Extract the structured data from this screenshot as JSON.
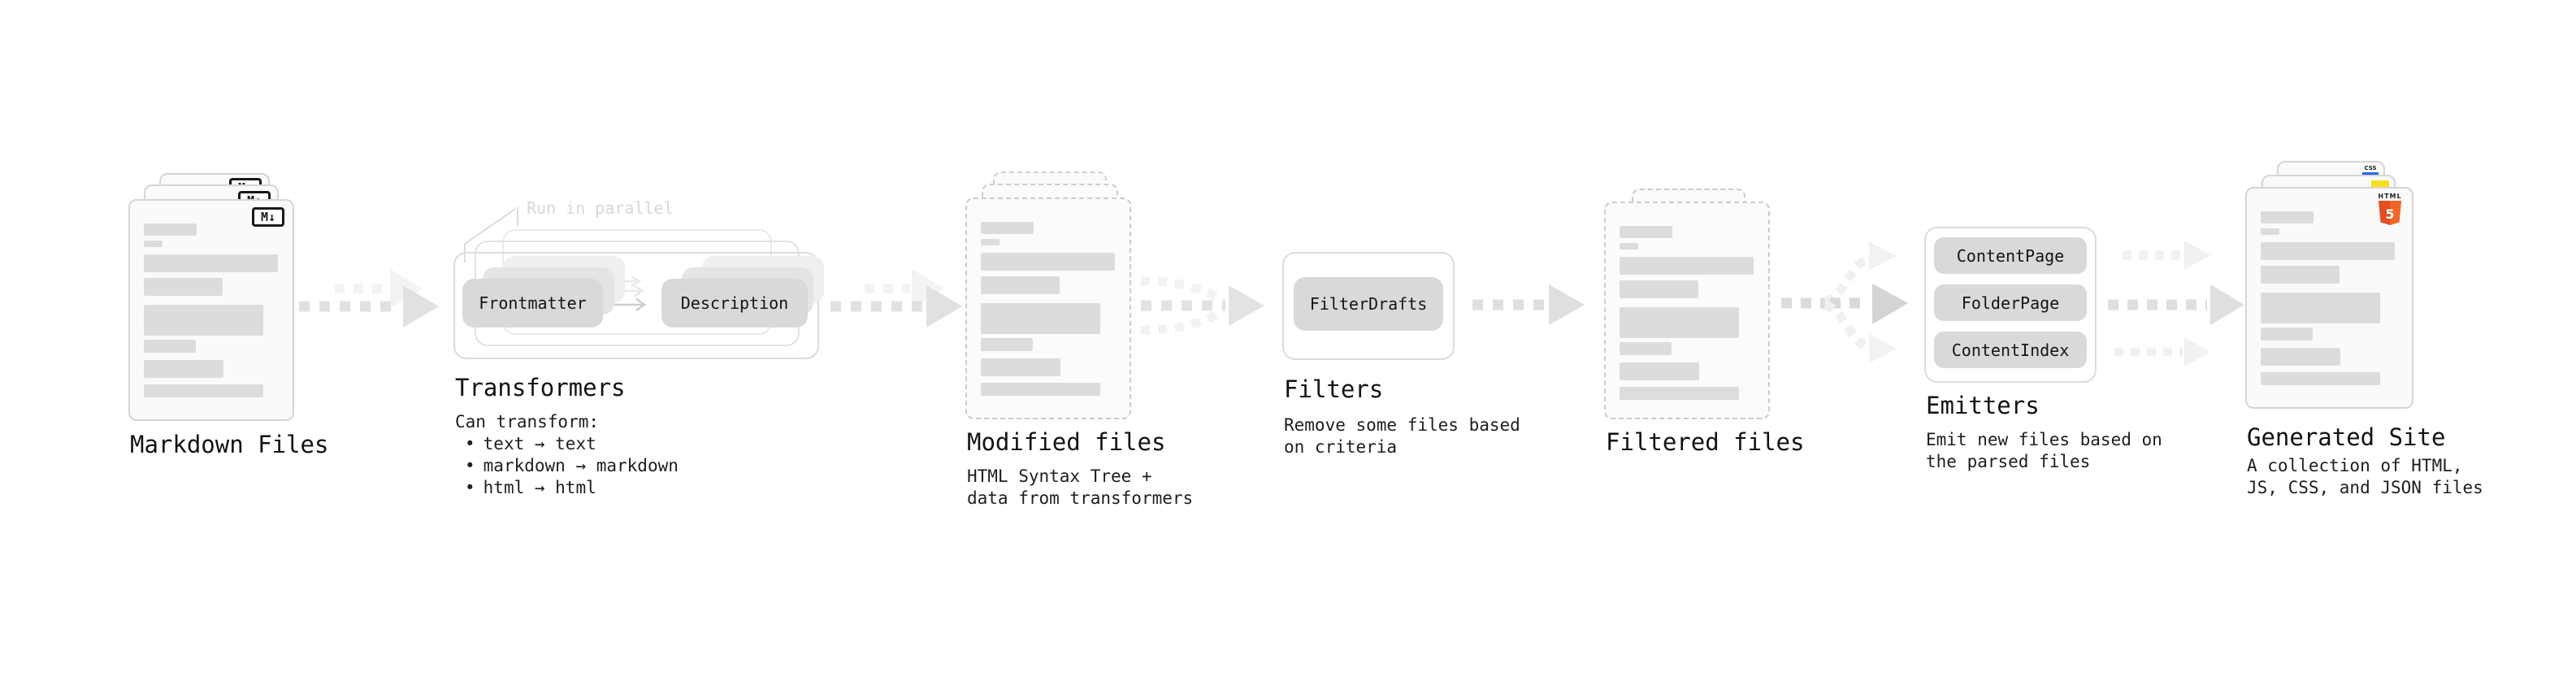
{
  "stages": {
    "markdown_files": {
      "label": "Markdown Files",
      "badge": "M↓"
    },
    "transformers": {
      "label": "Transformers",
      "annotation": "Run in parallel",
      "source_pill": "Frontmatter",
      "target_pill": "Description",
      "desc_title": "Can transform:",
      "bullet_char": "•",
      "bullets": [
        "text → text",
        "markdown → markdown",
        "html → html"
      ]
    },
    "modified_files": {
      "label": "Modified files",
      "desc": "HTML Syntax Tree +\ndata from transformers"
    },
    "filters": {
      "label": "Filters",
      "pill": "FilterDrafts",
      "desc": "Remove some files based\non criteria"
    },
    "filtered_files": {
      "label": "Filtered files"
    },
    "emitters": {
      "label": "Emitters",
      "pills": [
        "ContentPage",
        "FolderPage",
        "ContentIndex"
      ],
      "desc": "Emit new files based on\nthe parsed files"
    },
    "generated_site": {
      "label": "Generated Site",
      "desc": "A collection of HTML,\nJS, CSS, and JSON files",
      "badge_html": "HTML",
      "badge_html_number": "5",
      "badge_css": "CSS"
    }
  },
  "colors": {
    "html5_orange": "#e44d26",
    "html5_orange_light": "#f16529",
    "js_yellow": "#f7df1e",
    "css_blue": "#2965f1",
    "arrow_gray": "#e1e1e1",
    "arrow_light": "#f3f3f3",
    "annotation_gray": "#d8d8d8"
  }
}
